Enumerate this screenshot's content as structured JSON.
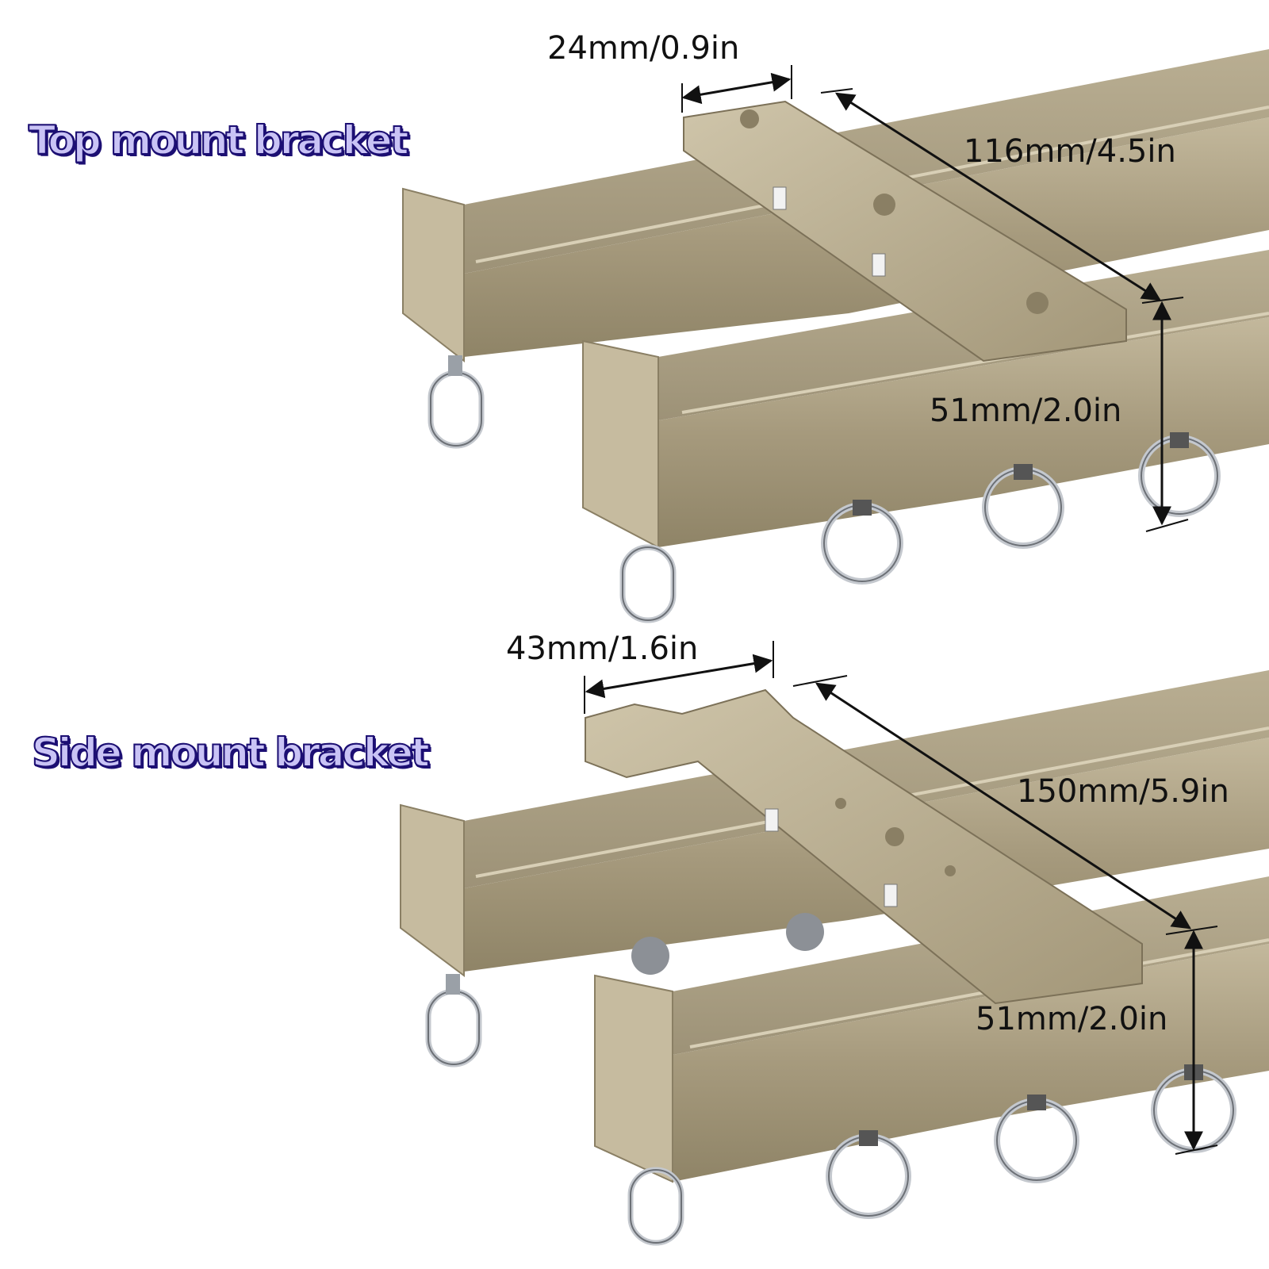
{
  "sections": {
    "top": {
      "title": "Top mount bracket",
      "dimensions": {
        "bracket_width": "24mm/0.9in",
        "track_spacing": "116mm/4.5in",
        "track_height": "51mm/2.0in"
      }
    },
    "side": {
      "title": "Side mount bracket",
      "dimensions": {
        "bracket_width": "43mm/1.6in",
        "track_spacing": "150mm/5.9in",
        "track_height": "51mm/2.0in"
      }
    }
  },
  "colors": {
    "track": "#a69a7d",
    "track_dark": "#8a7f64",
    "track_light": "#c9bfa4",
    "ring": "#b8bcc2",
    "title_fill": "#c9c3f5",
    "title_outline": "#1c0f73"
  }
}
